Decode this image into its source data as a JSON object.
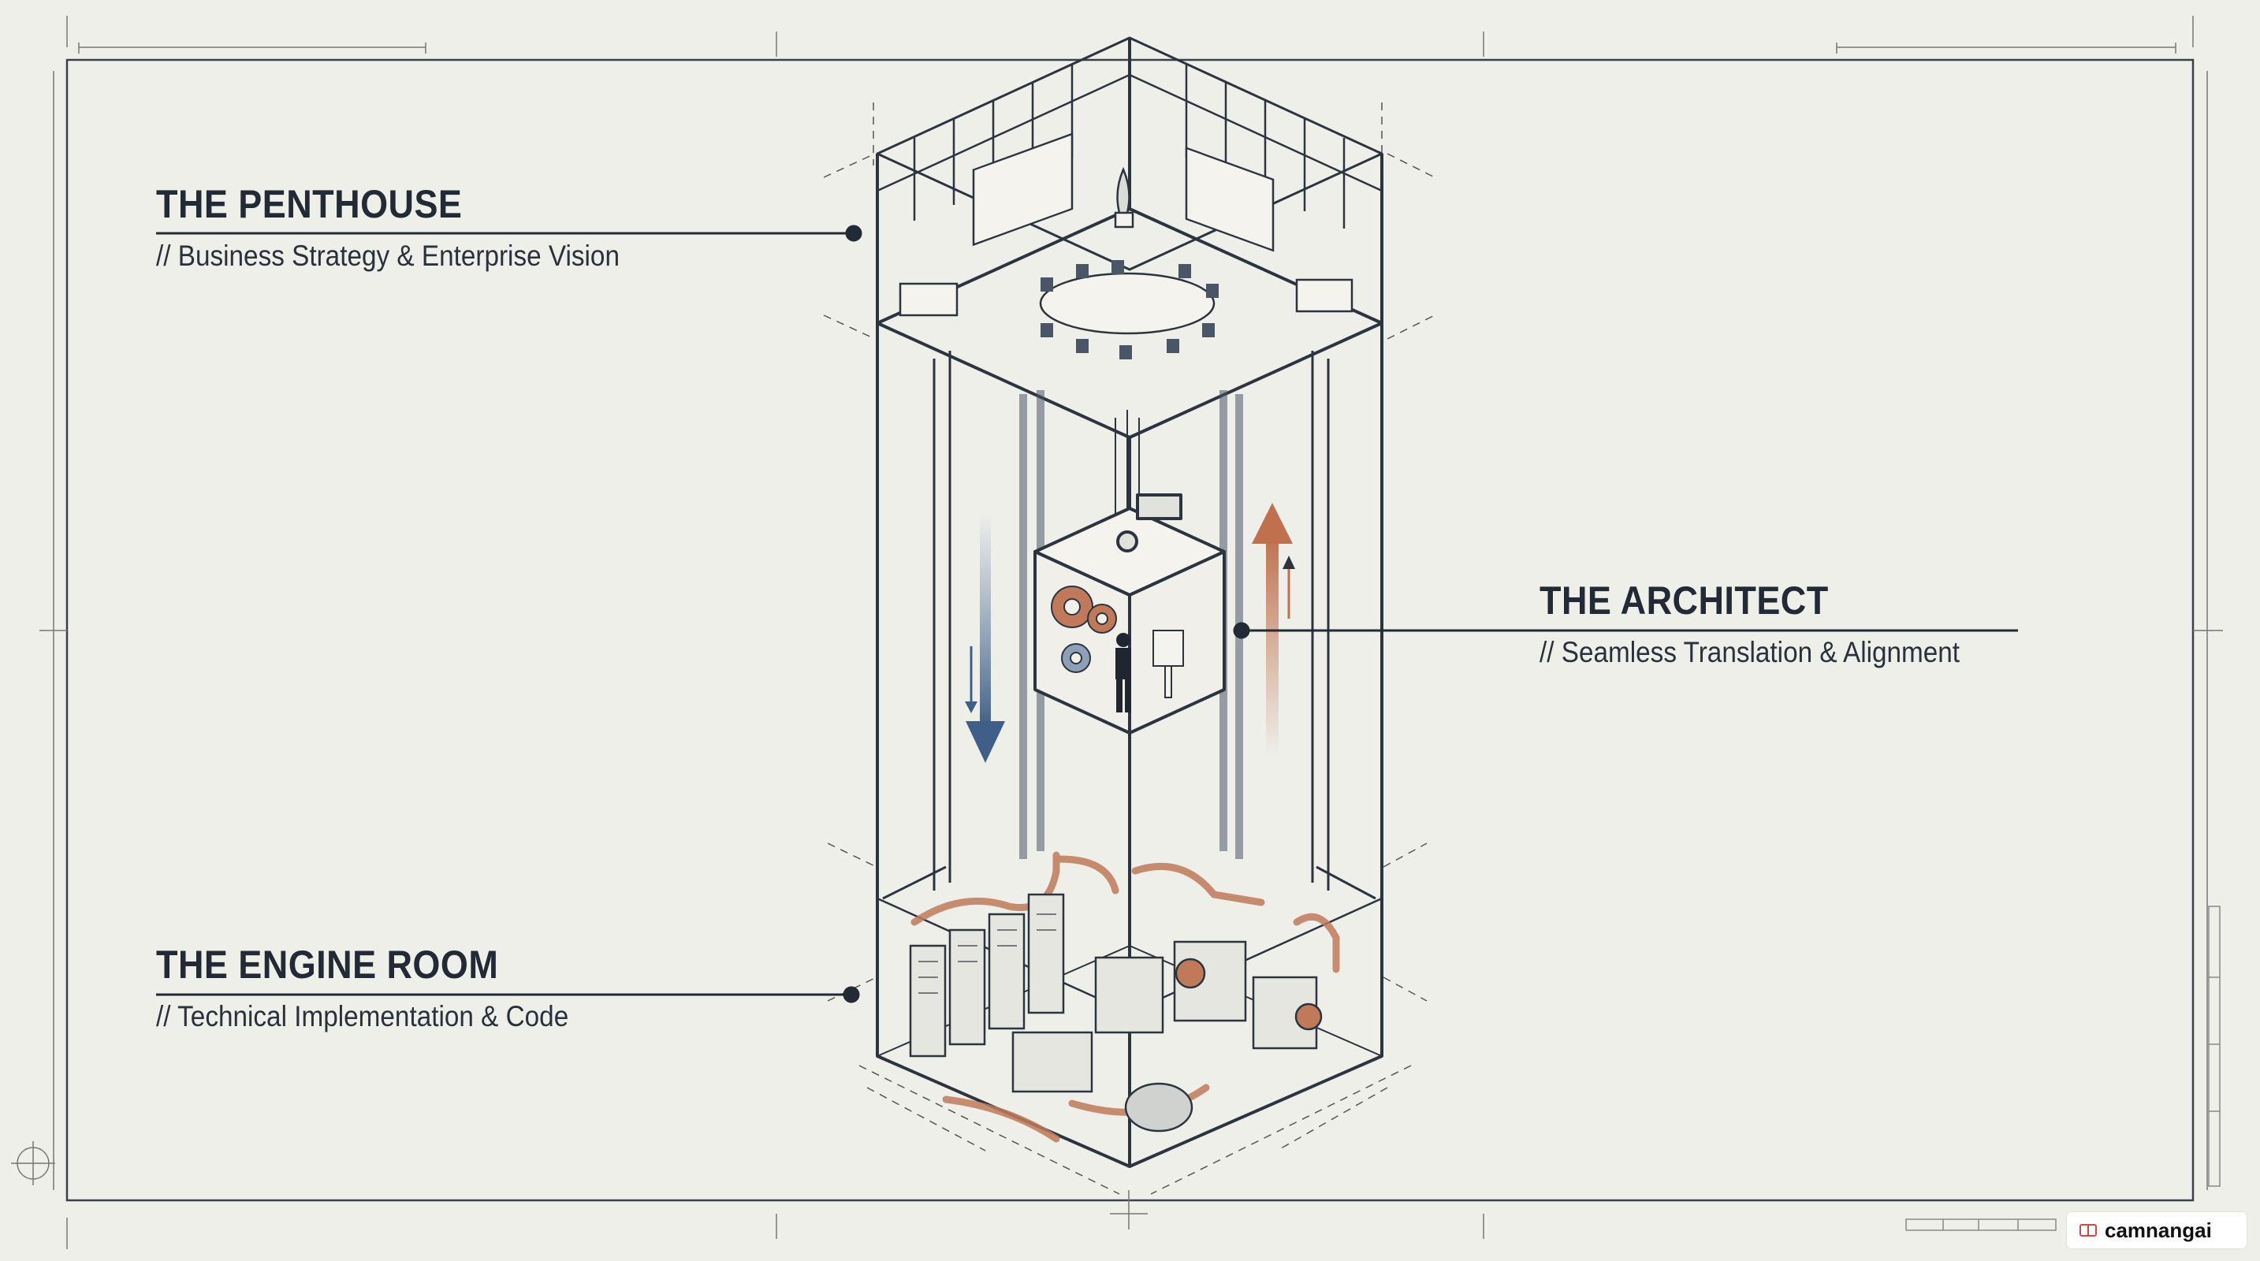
{
  "labels": {
    "penthouse": {
      "title": "THE PENTHOUSE",
      "subtitle": "// Business Strategy & Enterprise Vision"
    },
    "architect": {
      "title": "THE ARCHITECT",
      "subtitle": "// Seamless Translation & Alignment"
    },
    "engine_room": {
      "title": "THE ENGINE ROOM",
      "subtitle": "// Technical Implementation & Code"
    }
  },
  "watermark": {
    "text": "camnangai",
    "icon": "book-icon"
  },
  "colors": {
    "background": "#efefea",
    "ink": "#2c3440",
    "accent_copper": "#c07a5a",
    "accent_blue": "#5d7ca3"
  }
}
